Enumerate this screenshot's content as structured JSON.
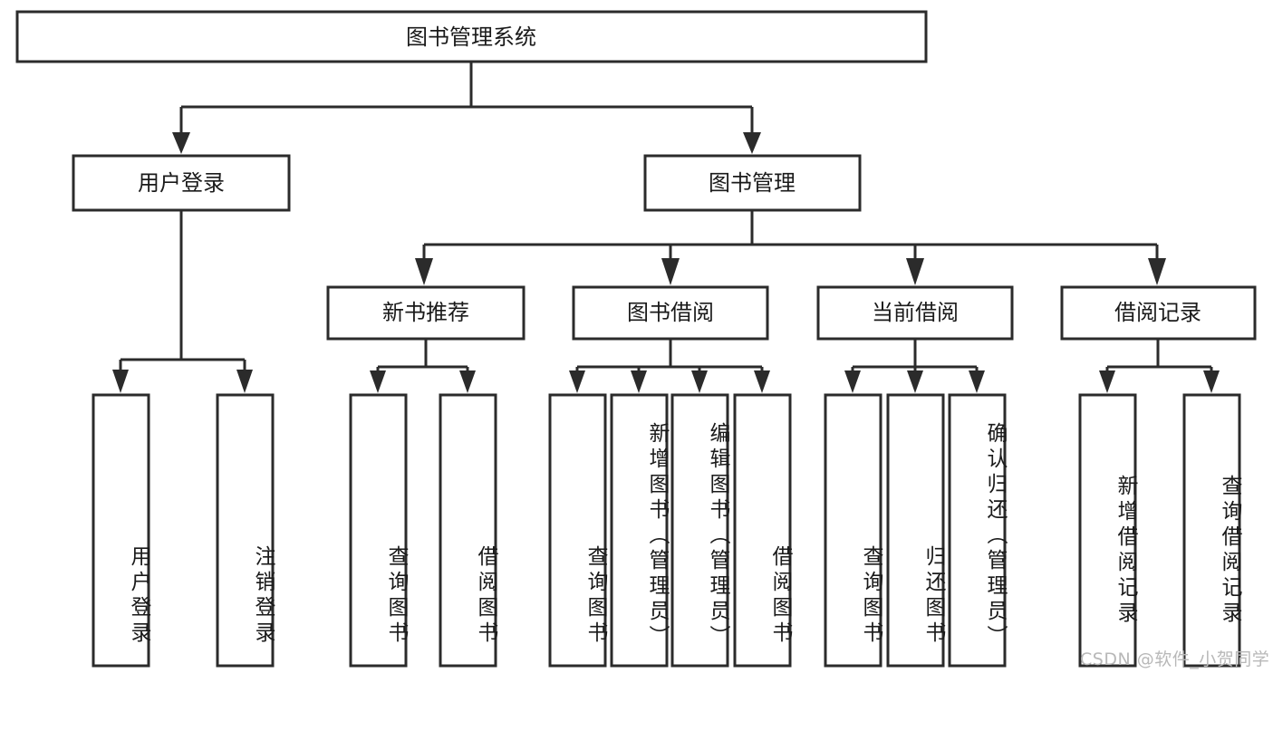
{
  "diagram": {
    "type": "hierarchy-tree",
    "title": "图书管理系统",
    "root": {
      "label": "图书管理系统"
    },
    "level2": [
      {
        "label": "用户登录"
      },
      {
        "label": "图书管理"
      }
    ],
    "level3": [
      {
        "label": "新书推荐"
      },
      {
        "label": "图书借阅"
      },
      {
        "label": "当前借阅"
      },
      {
        "label": "借阅记录"
      }
    ],
    "leaves": [
      {
        "label": "用户登录",
        "parent": "用户登录"
      },
      {
        "label": "注销登录",
        "parent": "用户登录"
      },
      {
        "label": "查询图书",
        "parent": "新书推荐"
      },
      {
        "label": "借阅图书",
        "parent": "新书推荐"
      },
      {
        "label": "查询图书",
        "parent": "图书借阅"
      },
      {
        "label": "新增图书（管理员）",
        "parent": "图书借阅"
      },
      {
        "label": "编辑图书（管理员）",
        "parent": "图书借阅"
      },
      {
        "label": "借阅图书",
        "parent": "图书借阅"
      },
      {
        "label": "查询图书",
        "parent": "当前借阅"
      },
      {
        "label": "归还图书",
        "parent": "当前借阅"
      },
      {
        "label": "确认归还（管理员）",
        "parent": "当前借阅"
      },
      {
        "label": "新增借阅记录",
        "parent": "借阅记录"
      },
      {
        "label": "查询借阅记录",
        "parent": "借阅记录"
      }
    ]
  },
  "watermark": {
    "text": "CSDN @软件_小贺同学"
  },
  "colors": {
    "stroke": "#2b2b2b",
    "fill": "#ffffff",
    "text": "#1a1a1a",
    "watermark": "#b8b8b8"
  }
}
